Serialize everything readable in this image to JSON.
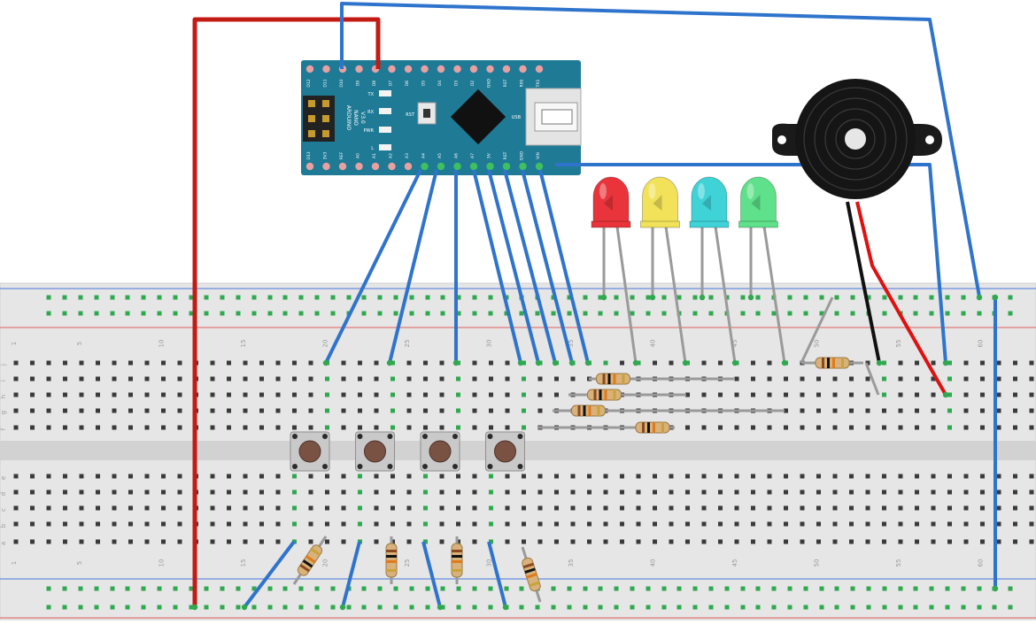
{
  "board": {
    "name_lines": [
      "ARDUINO",
      "NANO",
      "V3.0"
    ],
    "top_pins": [
      "D12",
      "D11",
      "D10",
      "D9",
      "D8",
      "D7",
      "D6",
      "D5",
      "D4",
      "D3",
      "D2",
      "GND",
      "RST",
      "RX0",
      "TX1"
    ],
    "bottom_pins": [
      "D13",
      "3V3",
      "REF",
      "A0",
      "A1",
      "A2",
      "A3",
      "A4",
      "A5",
      "A6",
      "A7",
      "5V",
      "RST",
      "GND",
      "VIN"
    ],
    "led_labels": [
      "TX",
      "RX",
      "PWR",
      "L"
    ],
    "reset_label": "RST",
    "mini_label": "USB"
  },
  "breadboard": {
    "column_numbers": [
      "1",
      "5",
      "10",
      "15",
      "20",
      "25",
      "30",
      "35",
      "40",
      "45",
      "50",
      "55",
      "60"
    ],
    "row_letters_top": [
      "j",
      "i",
      "h",
      "g",
      "f"
    ],
    "row_letters_bottom": [
      "e",
      "d",
      "c",
      "b",
      "a"
    ]
  },
  "leds": [
    {
      "color_name": "red",
      "fill": "#e8343a"
    },
    {
      "color_name": "yellow",
      "fill": "#f1e25a"
    },
    {
      "color_name": "cyan",
      "fill": "#3fd3d8"
    },
    {
      "color_name": "green",
      "fill": "#5fe08a"
    }
  ],
  "buttons_count": 4,
  "colors": {
    "wire_blue": "#2f74cc",
    "wire_red": "#c31a14",
    "board_teal": "#1f7a96",
    "breadboard_body": "#e6e6e6",
    "rail_red": "#e48a8a",
    "rail_blue": "#7d9be0",
    "hole": "#3a3a3a",
    "hole_active": "#2fa84f"
  }
}
